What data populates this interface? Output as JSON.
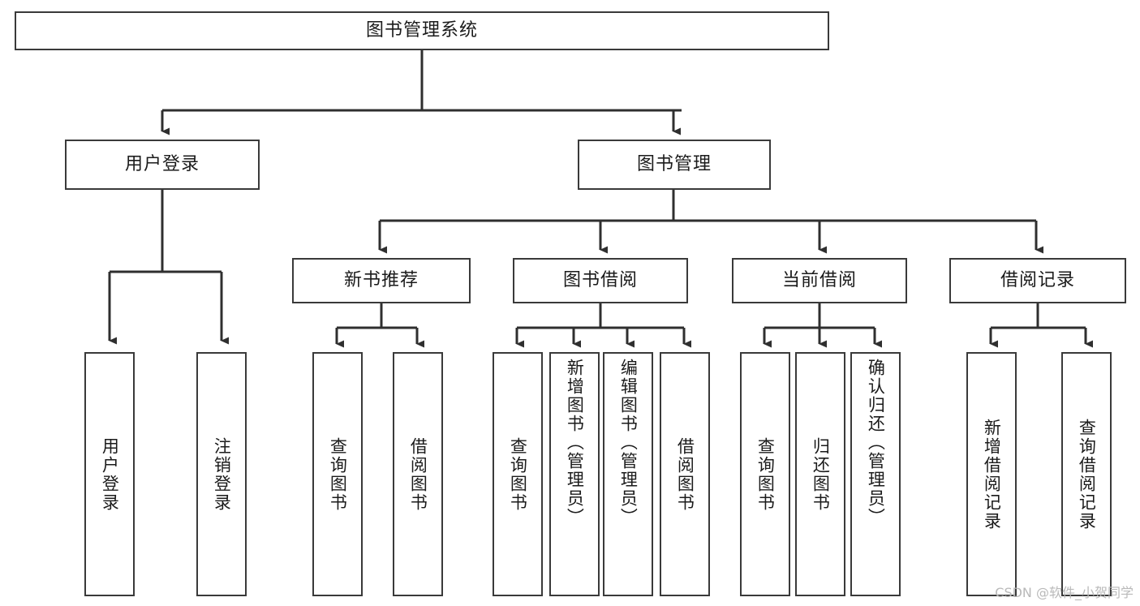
{
  "diagram": {
    "type": "tree",
    "title": "图书管理系统",
    "orientation": "top-down",
    "colors": {
      "box_border": "#3a3a3a",
      "box_fill": "#ffffff",
      "connector": "#2f2f2f",
      "text": "#1b1b1b",
      "watermark": "#b9b9b9"
    },
    "root": {
      "label": "图书管理系统"
    },
    "level2": [
      {
        "label": "用户登录"
      },
      {
        "label": "图书管理"
      }
    ],
    "level3": [
      {
        "label": "新书推荐"
      },
      {
        "label": "图书借阅"
      },
      {
        "label": "当前借阅"
      },
      {
        "label": "借阅记录"
      }
    ],
    "leaves": {
      "user_login": [
        {
          "label": "用户登录"
        },
        {
          "label": "注销登录"
        }
      ],
      "new_book_recommend": [
        {
          "label": "查询图书"
        },
        {
          "label": "借阅图书"
        }
      ],
      "book_borrow": [
        {
          "label": "查询图书"
        },
        {
          "label": "新增图书（管理员）"
        },
        {
          "label": "编辑图书（管理员）"
        },
        {
          "label": "借阅图书"
        }
      ],
      "current_borrow": [
        {
          "label": "查询图书"
        },
        {
          "label": "归还图书"
        },
        {
          "label": "确认归还（管理员）"
        }
      ],
      "borrow_record": [
        {
          "label": "新增借阅记录"
        },
        {
          "label": "查询借阅记录"
        }
      ]
    }
  },
  "watermark": {
    "text": "CSDN @软件_小贺同学"
  }
}
